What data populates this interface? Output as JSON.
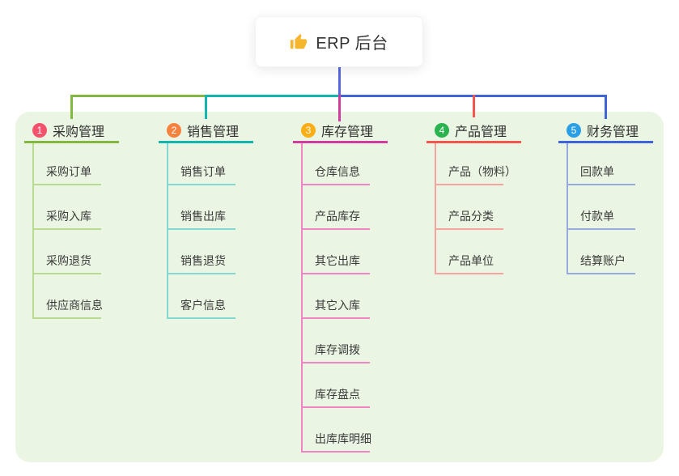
{
  "root": {
    "icon": "thumbs-up",
    "label": "ERP 后台",
    "line_color": "#5866e2"
  },
  "panel_color": "#eaf6e3",
  "branches": [
    {
      "num": "1",
      "label": "采购管理",
      "badge_color": "#f4516c",
      "color": "#82b841",
      "light_color": "#b9db8f",
      "children": [
        "采购订单",
        "采购入库",
        "采购退货",
        "供应商信息"
      ]
    },
    {
      "num": "2",
      "label": "销售管理",
      "badge_color": "#f6823f",
      "color": "#14b5ac",
      "light_color": "#85d8d1",
      "children": [
        "销售订单",
        "销售出库",
        "销售退货",
        "客户信息"
      ]
    },
    {
      "num": "3",
      "label": "库存管理",
      "badge_color": "#f9ae13",
      "color": "#d13c9e",
      "light_color": "#f184c4",
      "children": [
        "仓库信息",
        "产品库存",
        "其它出库",
        "其它入库",
        "库存调拨",
        "库存盘点",
        "出库库明细"
      ]
    },
    {
      "num": "4",
      "label": "产品管理",
      "badge_color": "#2ab34e",
      "color": "#f2564f",
      "light_color": "#f8a49e",
      "children": [
        "产品（物料）",
        "产品分类",
        "产品单位"
      ]
    },
    {
      "num": "5",
      "label": "财务管理",
      "badge_color": "#2b9fe6",
      "color": "#3f63d8",
      "light_color": "#97aade",
      "children": [
        "回款单",
        "付款单",
        "结算账户"
      ]
    }
  ]
}
